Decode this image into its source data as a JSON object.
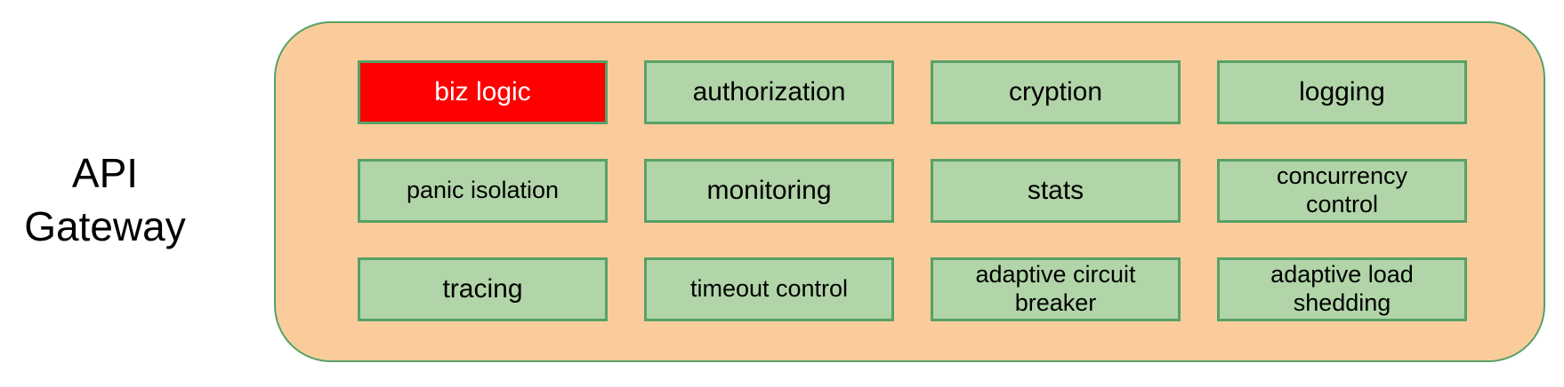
{
  "title": {
    "label": "API\nGateway"
  },
  "colors": {
    "panel-fill": "#fbcc9b",
    "box-fill": "#b1d5a8",
    "stroke": "#57a167",
    "highlight": "#fe0000",
    "highlight-text": "#ffffff",
    "text": "#000000"
  },
  "gateway": {
    "boxes": [
      {
        "label": "biz logic",
        "variant": "highlight"
      },
      {
        "label": "authorization",
        "variant": "normal"
      },
      {
        "label": "cryption",
        "variant": "normal"
      },
      {
        "label": "logging",
        "variant": "normal"
      },
      {
        "label": "panic isolation",
        "variant": "normal"
      },
      {
        "label": "monitoring",
        "variant": "normal"
      },
      {
        "label": "stats",
        "variant": "normal"
      },
      {
        "label": "concurrency\ncontrol",
        "variant": "normal"
      },
      {
        "label": "tracing",
        "variant": "normal"
      },
      {
        "label": "timeout control",
        "variant": "normal"
      },
      {
        "label": "adaptive circuit\nbreaker",
        "variant": "normal"
      },
      {
        "label": "adaptive load\nshedding",
        "variant": "normal"
      }
    ]
  }
}
